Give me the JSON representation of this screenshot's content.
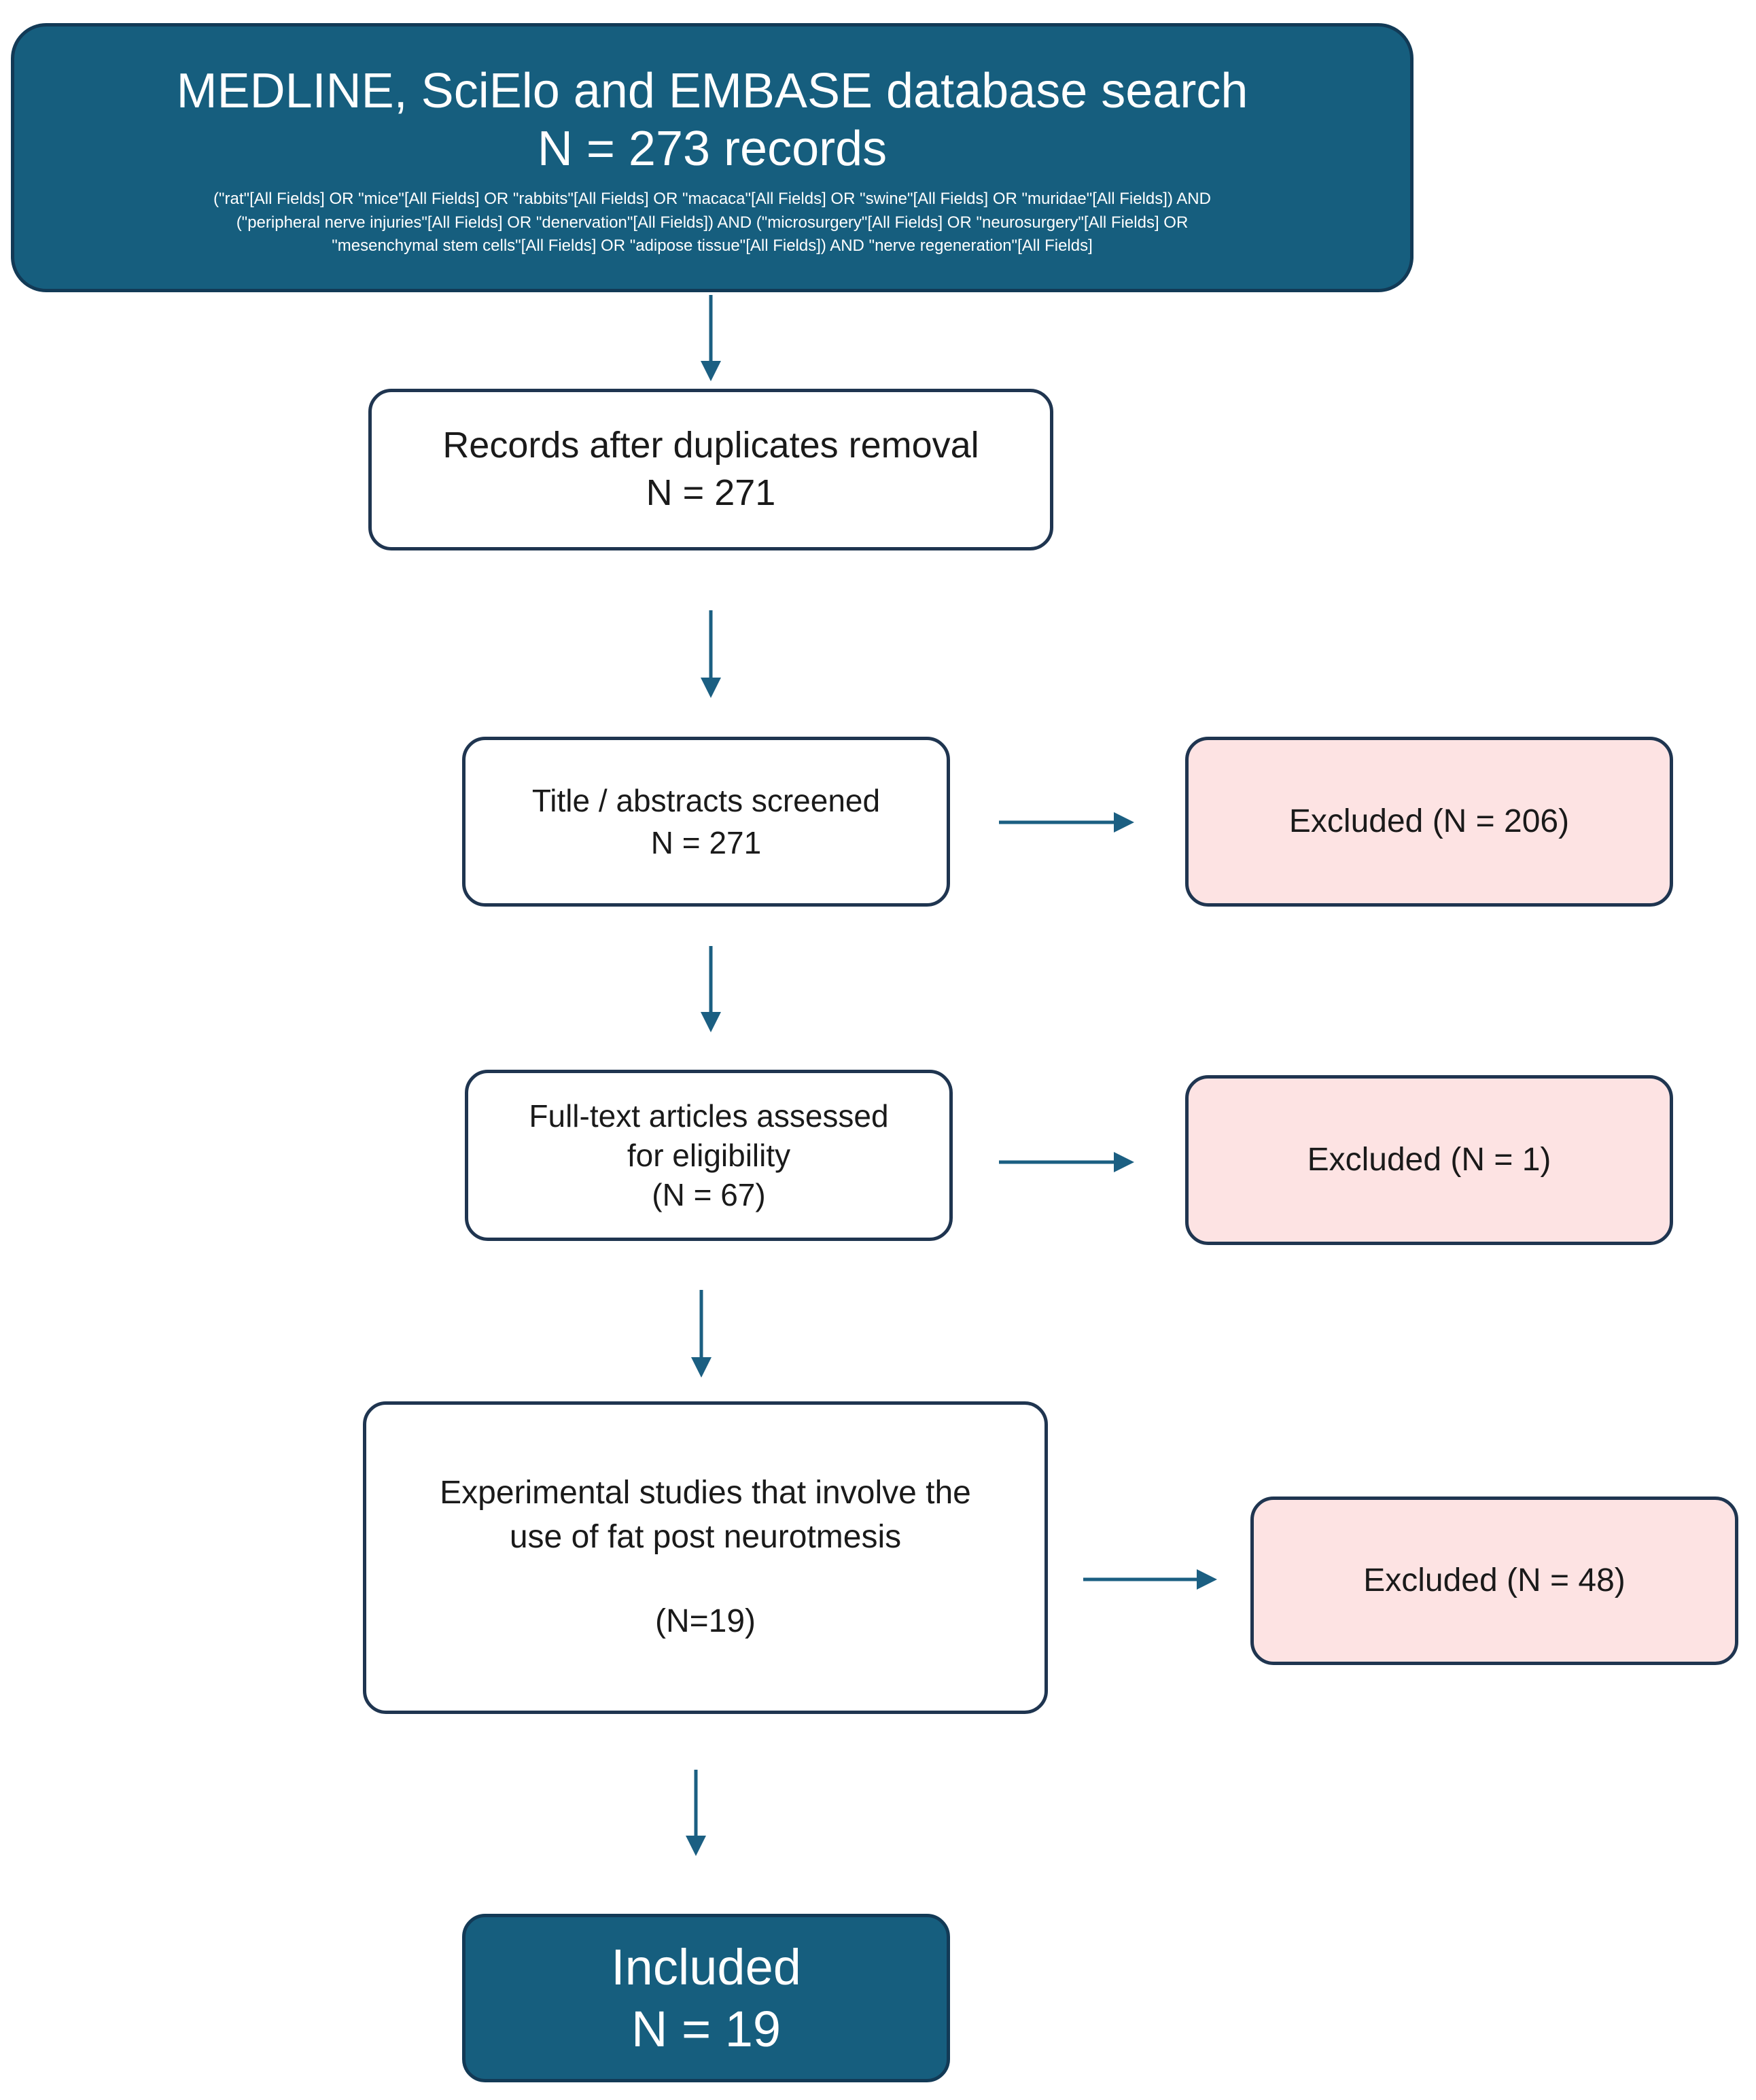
{
  "diagram": {
    "search_box": {
      "title": "MEDLINE, SciElo and EMBASE database search",
      "count": "N = 273 records",
      "query_lines": [
        "(\"rat\"[All Fields] OR \"mice\"[All Fields] OR \"rabbits\"[All Fields] OR \"macaca\"[All Fields] OR \"swine\"[All Fields] OR \"muridae\"[All Fields]) AND",
        "(\"peripheral nerve injuries\"[All Fields] OR \"denervation\"[All Fields]) AND (\"microsurgery\"[All Fields] OR \"neurosurgery\"[All Fields] OR",
        "\"mesenchymal stem cells\"[All Fields] OR \"adipose tissue\"[All Fields]) AND \"nerve regeneration\"[All Fields]"
      ]
    },
    "duplicates_box": {
      "line1": "Records after duplicates removal",
      "line2": "N = 271"
    },
    "screened_box": {
      "line1": "Title / abstracts screened",
      "line2": "N = 271"
    },
    "excluded_screened": {
      "label": "Excluded (N = 206)"
    },
    "fulltext_box": {
      "line1": "Full-text articles assessed",
      "line2": "for eligibility",
      "line3": "(N = 67)"
    },
    "excluded_fulltext": {
      "label": "Excluded (N = 1)"
    },
    "experimental_box": {
      "line1": "Experimental studies that involve the",
      "line2": "use of fat post neurotmesis",
      "line3": "(N=19)"
    },
    "excluded_experimental": {
      "label": "Excluded (N = 48)"
    },
    "included_box": {
      "line1": "Included",
      "line2": "N = 19"
    },
    "colors": {
      "dark_box": "#165e7e",
      "excluded_box": "#fde3e3",
      "border": "#1f3550",
      "arrow": "#1b5f82"
    }
  }
}
